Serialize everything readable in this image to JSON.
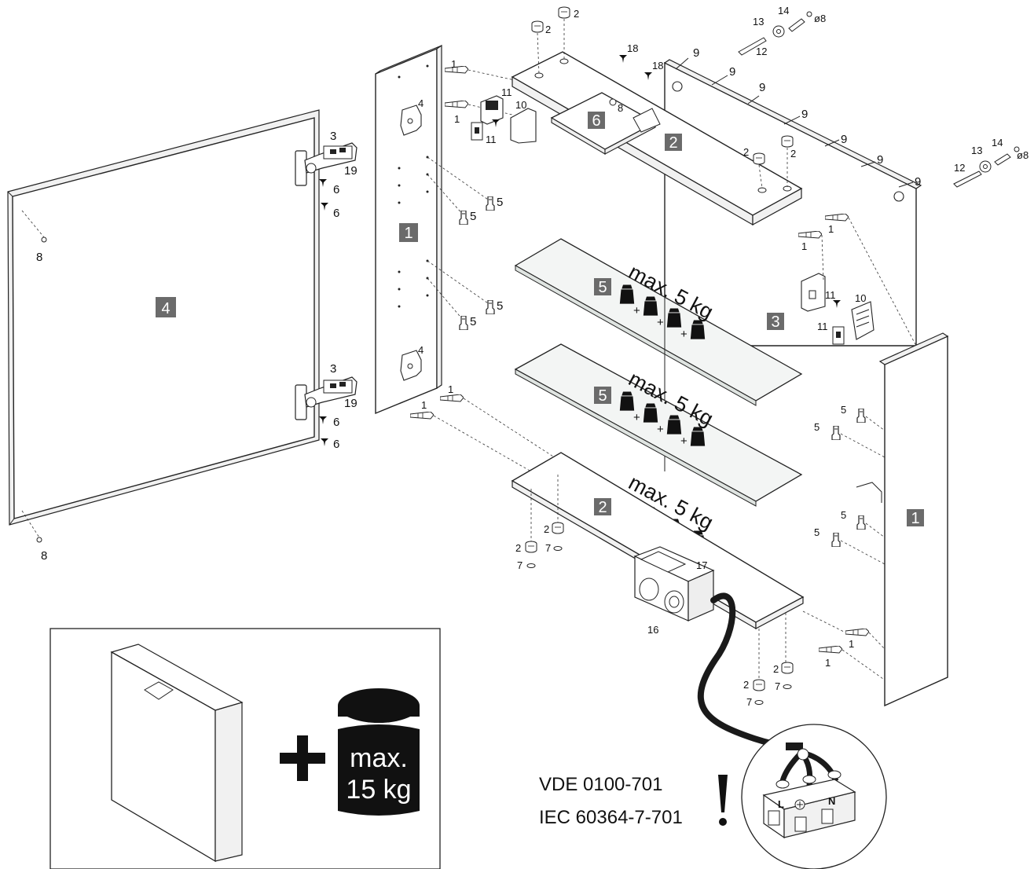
{
  "callouts": {
    "p1": "1",
    "p2": "2",
    "p3": "3",
    "p4": "4",
    "p5": "5",
    "p6": "6",
    "p7": "7",
    "p8": "8",
    "p9": "9",
    "p10": "10",
    "p11": "11",
    "p12": "12",
    "p13": "13",
    "p14": "14",
    "p16": "16",
    "p17": "17",
    "p18": "18",
    "p19": "19"
  },
  "boxes": {
    "b1": "1",
    "b2": "2",
    "b3": "3",
    "b4": "4",
    "b5": "5",
    "b6": "6"
  },
  "shelf_load": "max. 5 kg",
  "plus": "+",
  "dowel_size": "ø8",
  "total_load": {
    "line1": "max.",
    "line2": "15 kg"
  },
  "standards": {
    "vde": "VDE 0100-701",
    "iec": "IEC 60364-7-701",
    "warning": "!"
  },
  "terminals": {
    "live": "L",
    "neutral": "N"
  },
  "colors": {
    "tag_fill": "#6b6b6b",
    "ink": "#111111",
    "cable": "#1a1a1a",
    "glass": "#f3f5f4"
  }
}
